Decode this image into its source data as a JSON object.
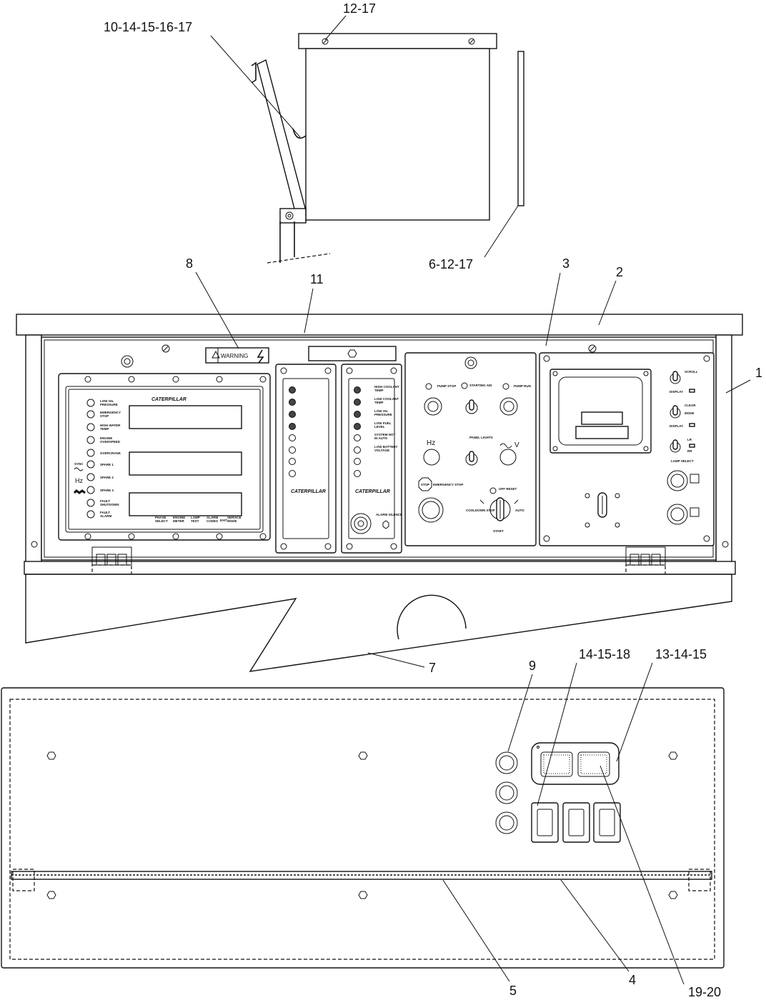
{
  "callouts": {
    "c_12_17": "12-17",
    "c_10_17": "10-14-15-16-17",
    "c_6_12_17": "6-12-17",
    "c_8": "8",
    "c_11": "11",
    "c_3": "3",
    "c_2": "2",
    "c_1": "1",
    "c_7": "7",
    "c_9": "9",
    "c_14_15_18": "14-15-18",
    "c_13_14_15": "13-14-15",
    "c_5": "5",
    "c_4": "4",
    "c_19_20": "19-20"
  },
  "warning_label": "WARNING",
  "brand": "CATERPILLAR",
  "left_module": {
    "indicators": [
      "LOW OIL PRESSURE",
      "EMERGENCY STOP",
      "HIGH WATER TEMP",
      "ENGINE OVERSPEED",
      "OVERCRANK",
      "SPARE 1",
      "SPARE 2",
      "SPARE 3",
      "FAULT SHUTDOWN",
      "FAULT ALARM"
    ],
    "side_labels": [
      "SYNC",
      "Hz"
    ],
    "buttons": [
      "PHASE SELECT",
      "ENGINE METER",
      "LAMP TEST",
      "ALARM CODES",
      "EXIT",
      "SERVICE MODE"
    ]
  },
  "annunciator": {
    "labels": [
      "HIGH COOLANT TEMP",
      "LOW COOLANT TEMP",
      "LOW OIL PRESSURE",
      "LOW FUEL LEVEL",
      "SYSTEM NOT IN AUTO",
      "LOW BATTERY VOLTAGE"
    ],
    "alarm_label": "ALARM SILENCE"
  },
  "control_panel": {
    "pump_stop": "PUMP STOP",
    "starting_aid": "STARTING AID",
    "pump_run": "PUMP RUN",
    "hz": "Hz",
    "panel_lights": "PANEL LIGHTS",
    "volts": "V",
    "stop": "STOP",
    "emergency_stop": "EMERGENCY STOP",
    "off_reset": "OFF RESET",
    "cooldown_stop": "COOLDOWN STOP",
    "auto": "AUTO",
    "start": "START"
  },
  "right_module": {
    "scroll": "SCROLL",
    "display1": "DISPLAY",
    "clear": "CLEAR",
    "mode": "MODE",
    "display2": "DISPLAY",
    "lr": "LR",
    "rr": "RR",
    "lamp_select": "LAMP SELECT"
  }
}
